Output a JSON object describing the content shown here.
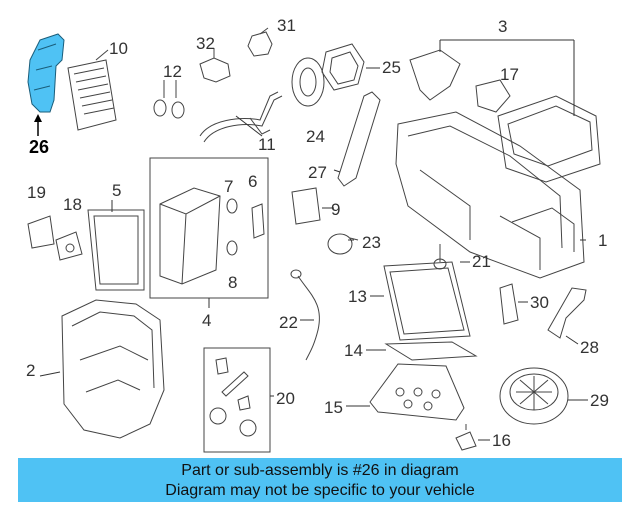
{
  "diagram": {
    "highlight_color": "#4fc2f4",
    "callouts": {
      "c1": "1",
      "c2": "2",
      "c3": "3",
      "c4": "4",
      "c5": "5",
      "c6": "6",
      "c7": "7",
      "c8": "8",
      "c9": "9",
      "c10": "10",
      "c11": "11",
      "c12": "12",
      "c13": "13",
      "c14": "14",
      "c15": "15",
      "c16": "16",
      "c17": "17",
      "c18": "18",
      "c19": "19",
      "c20": "20",
      "c21": "21",
      "c22": "22",
      "c23": "23",
      "c24": "24",
      "c25": "25",
      "c26": "26",
      "c27": "27",
      "c28": "28",
      "c29": "29",
      "c30": "30",
      "c31": "31",
      "c32": "32"
    }
  },
  "banner": {
    "line1": "Part or sub-assembly is #26 in diagram",
    "line2": "Diagram may not be specific to your vehicle",
    "color": "#4fc2f4"
  }
}
